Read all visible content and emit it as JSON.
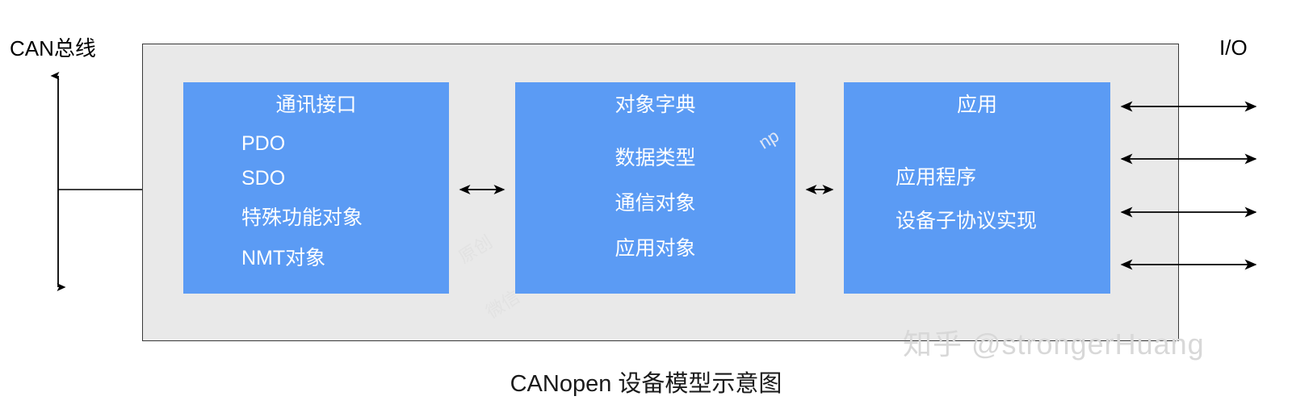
{
  "diagram": {
    "caption": "CANopen 设备模型示意图",
    "external_left_label": "CAN总线",
    "external_right_label": "I/O",
    "colors": {
      "container_fill": "#e9e9e9",
      "container_border": "#3a3a3a",
      "block_fill": "#5b9bf4",
      "block_text": "#ffffff",
      "arrow": "#000000",
      "caption_text": "#1a1a1a",
      "watermark": "#d8d8d8"
    },
    "blocks": [
      {
        "id": "communication-interface",
        "title": "通讯接口",
        "items": [
          "PDO",
          "SDO",
          "特殊功能对象",
          "NMT对象"
        ],
        "align": "left"
      },
      {
        "id": "object-dictionary",
        "title": "对象字典",
        "items": [
          "数据类型",
          "通信对象",
          "应用对象"
        ],
        "align": "center"
      },
      {
        "id": "application",
        "title": "应用",
        "items": [
          "应用程序",
          "设备子协议实现"
        ],
        "align": "left"
      }
    ],
    "connectors": [
      {
        "id": "comm-to-od",
        "type": "double-headed-arrow",
        "orientation": "horizontal"
      },
      {
        "id": "od-to-app",
        "type": "double-headed-arrow",
        "orientation": "horizontal"
      },
      {
        "id": "can-bus-line",
        "type": "double-headed-arrow",
        "orientation": "vertical"
      },
      {
        "id": "can-bus-tap",
        "type": "line",
        "orientation": "horizontal"
      }
    ],
    "io_channels": [
      {
        "id": "io-channel-1",
        "type": "double-headed-arrow"
      },
      {
        "id": "io-channel-2",
        "type": "double-headed-arrow"
      },
      {
        "id": "io-channel-3",
        "type": "double-headed-arrow"
      },
      {
        "id": "io-channel-4",
        "type": "double-headed-arrow"
      }
    ]
  },
  "watermarks": {
    "main": "知乎 @strongerHuang",
    "diagonal": [
      "原创",
      "微信",
      "np"
    ]
  }
}
